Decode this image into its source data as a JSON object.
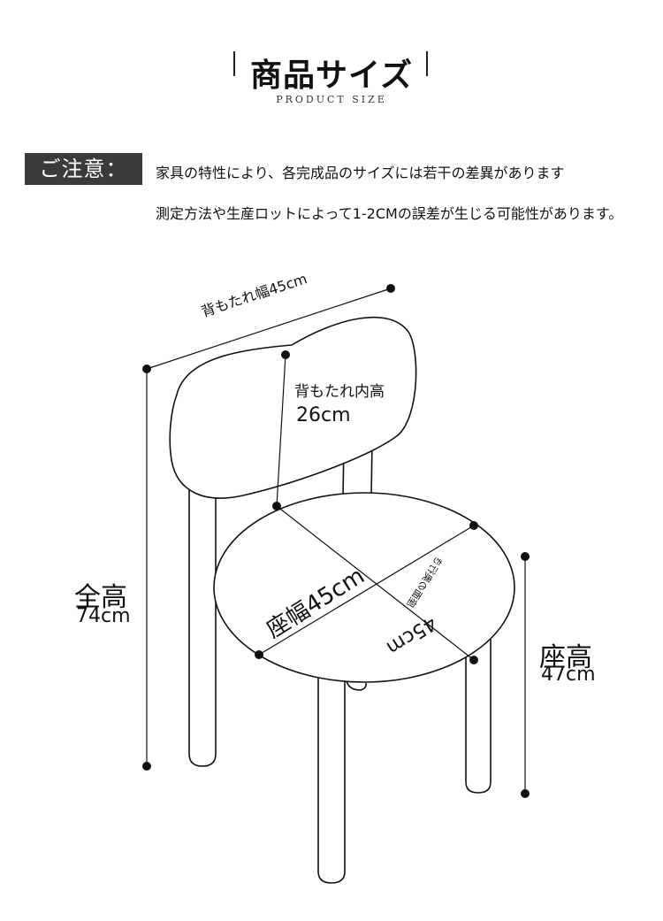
{
  "header": {
    "title": "商品サイズ",
    "subtitle": "PRODUCT SIZE"
  },
  "notice": {
    "label": "ご注意：",
    "line1": "家具の特性により、各完成品のサイズには若干の差異があります",
    "line2": "測定方法や生産ロットによって1-2CMの誤差が生じる可能性があります。"
  },
  "dimensions": {
    "backrest_width": "背もたれ幅45cm",
    "backrest_inner_height_label": "背もたれ内高",
    "backrest_inner_height_value": "26cm",
    "seat_width": "座幅45cm",
    "seat_depth_label": "座面の奥行き",
    "seat_depth_value": "45cm",
    "total_height_label": "全高",
    "total_height_value": "74cm",
    "seat_height_label": "座高",
    "seat_height_value": "47cm"
  },
  "colors": {
    "line": "#111111",
    "notice_bg": "#3a3a3a"
  }
}
